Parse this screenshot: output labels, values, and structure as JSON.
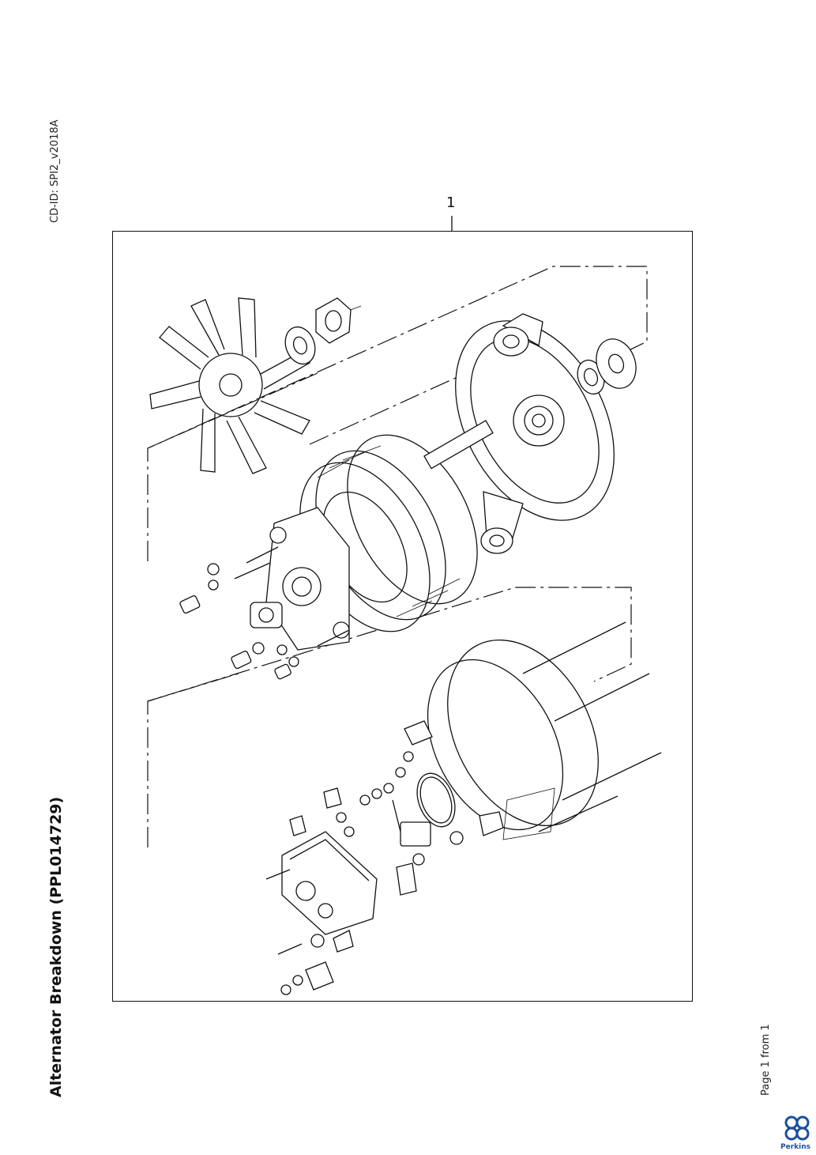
{
  "header": {
    "cd_id": "CD-ID: SPI2_v2018A",
    "title": "Alternator Breakdown (PPL014729)"
  },
  "diagram": {
    "callout": "1"
  },
  "footer": {
    "page_info": "Page 1 from 1",
    "brand": "Perkins"
  },
  "colors": {
    "brand_blue": "#1c4f9c",
    "line": "#111111"
  }
}
